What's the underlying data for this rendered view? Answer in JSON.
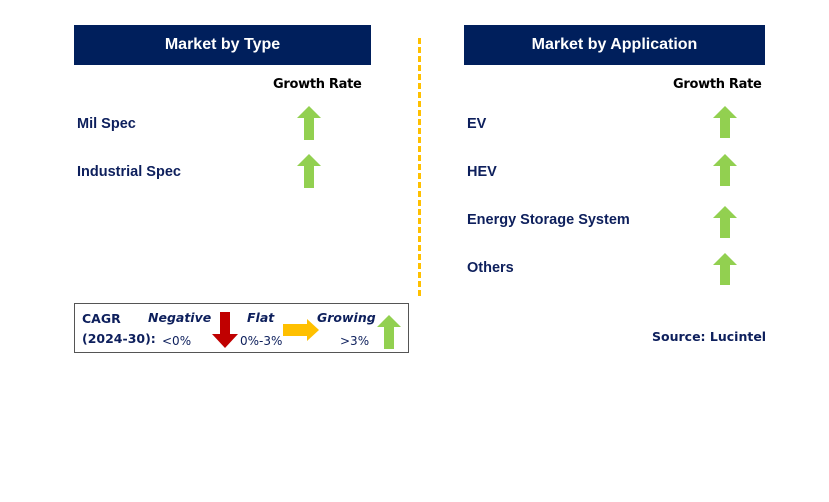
{
  "left_panel": {
    "title": "Market by Type",
    "column_header": "Growth Rate",
    "rows": [
      {
        "label": "Mil Spec",
        "trend": "growing",
        "icon": "green-up-arrow-icon"
      },
      {
        "label": "Industrial Spec",
        "trend": "growing",
        "icon": "green-up-arrow-icon"
      }
    ]
  },
  "right_panel": {
    "title": "Market by Application",
    "column_header": "Growth Rate",
    "rows": [
      {
        "label": "EV",
        "trend": "growing",
        "icon": "green-up-arrow-icon"
      },
      {
        "label": "HEV",
        "trend": "growing",
        "icon": "green-up-arrow-icon"
      },
      {
        "label": "Energy Storage System",
        "trend": "growing",
        "icon": "green-up-arrow-icon"
      },
      {
        "label": "Others",
        "trend": "growing",
        "icon": "green-up-arrow-icon"
      }
    ]
  },
  "legend": {
    "cagr_label": "CAGR",
    "period_label": "(2024-30):",
    "negative": {
      "label": "Negative",
      "range": "<0%",
      "icon": "red-down-arrow-icon",
      "color": "#c00000"
    },
    "flat": {
      "label": "Flat",
      "range": "0%-3%",
      "icon": "yellow-right-arrow-icon",
      "color": "#ffc000"
    },
    "growing": {
      "label": "Growing",
      "range": ">3%",
      "icon": "green-up-arrow-icon",
      "color": "#92d050"
    }
  },
  "source": "Source: Lucintel",
  "colors": {
    "header_bg": "#001f5c",
    "text_navy": "#0d1f5c",
    "divider": "#ffc000"
  }
}
